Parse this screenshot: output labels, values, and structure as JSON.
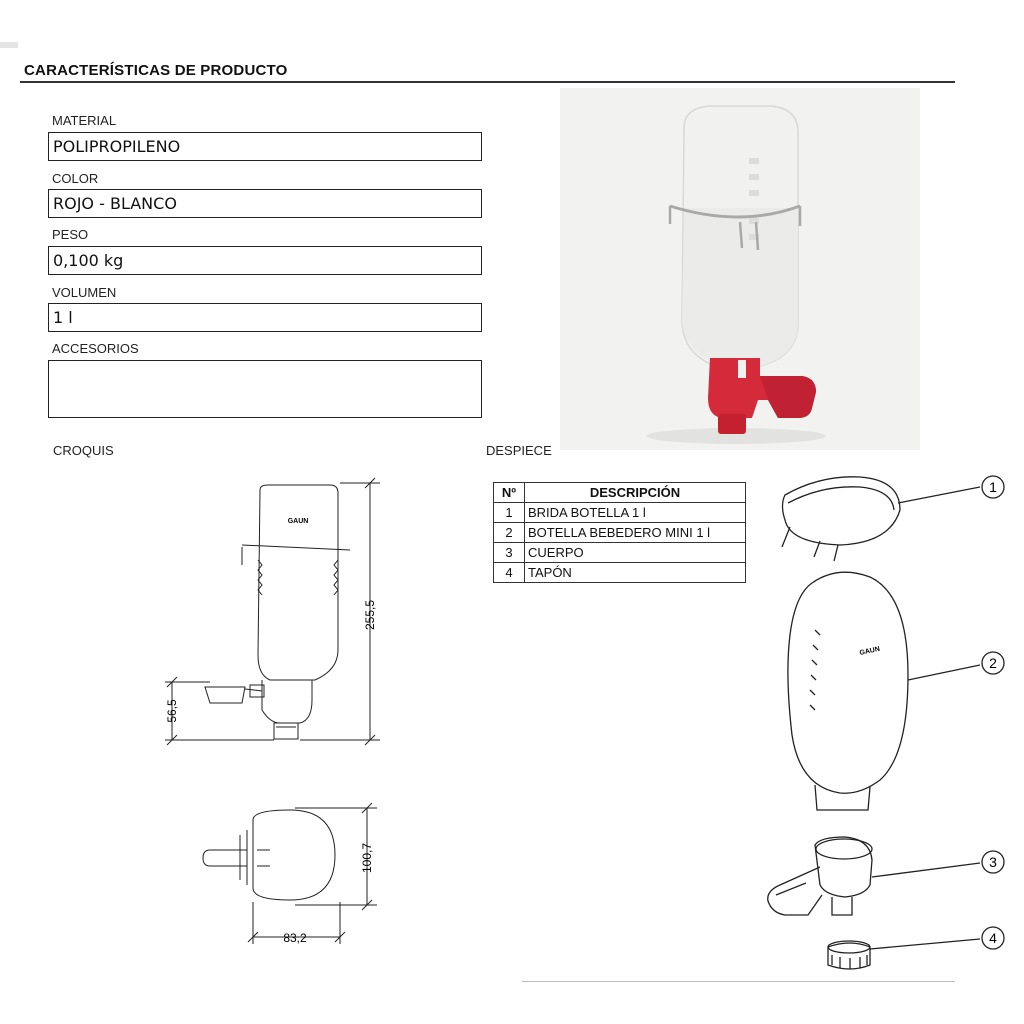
{
  "header": {
    "title": "CARACTERÍSTICAS DE PRODUCTO"
  },
  "fields": [
    {
      "label": "MATERIAL",
      "value": "POLIPROPILENO"
    },
    {
      "label": "COLOR",
      "value": "ROJO - BLANCO"
    },
    {
      "label": "PESO",
      "value": "0,100 kg"
    },
    {
      "label": "VOLUMEN",
      "value": "1 l"
    },
    {
      "label": "ACCESORIOS",
      "value": ""
    }
  ],
  "sections": {
    "sketch": "CROQUIS",
    "exploded": "DESPIECE"
  },
  "dimensions": {
    "height": "255,5",
    "cup_height": "56,5",
    "depth": "100,7",
    "width": "83,2"
  },
  "bottle_logo": "GAUN",
  "parts_table": {
    "headers": [
      "Nº",
      "DESCRIPCIÓN"
    ],
    "rows": [
      {
        "num": "1",
        "desc": "BRIDA BOTELLA 1 l"
      },
      {
        "num": "2",
        "desc": "BOTELLA BEBEDERO MINI 1 l"
      },
      {
        "num": "3",
        "desc": "CUERPO"
      },
      {
        "num": "4",
        "desc": "TAPÓN"
      }
    ]
  },
  "callouts": [
    "1",
    "2",
    "3",
    "4"
  ],
  "colors": {
    "body_red": "#d42a3a",
    "bottle_white": "#f1f1ef"
  }
}
